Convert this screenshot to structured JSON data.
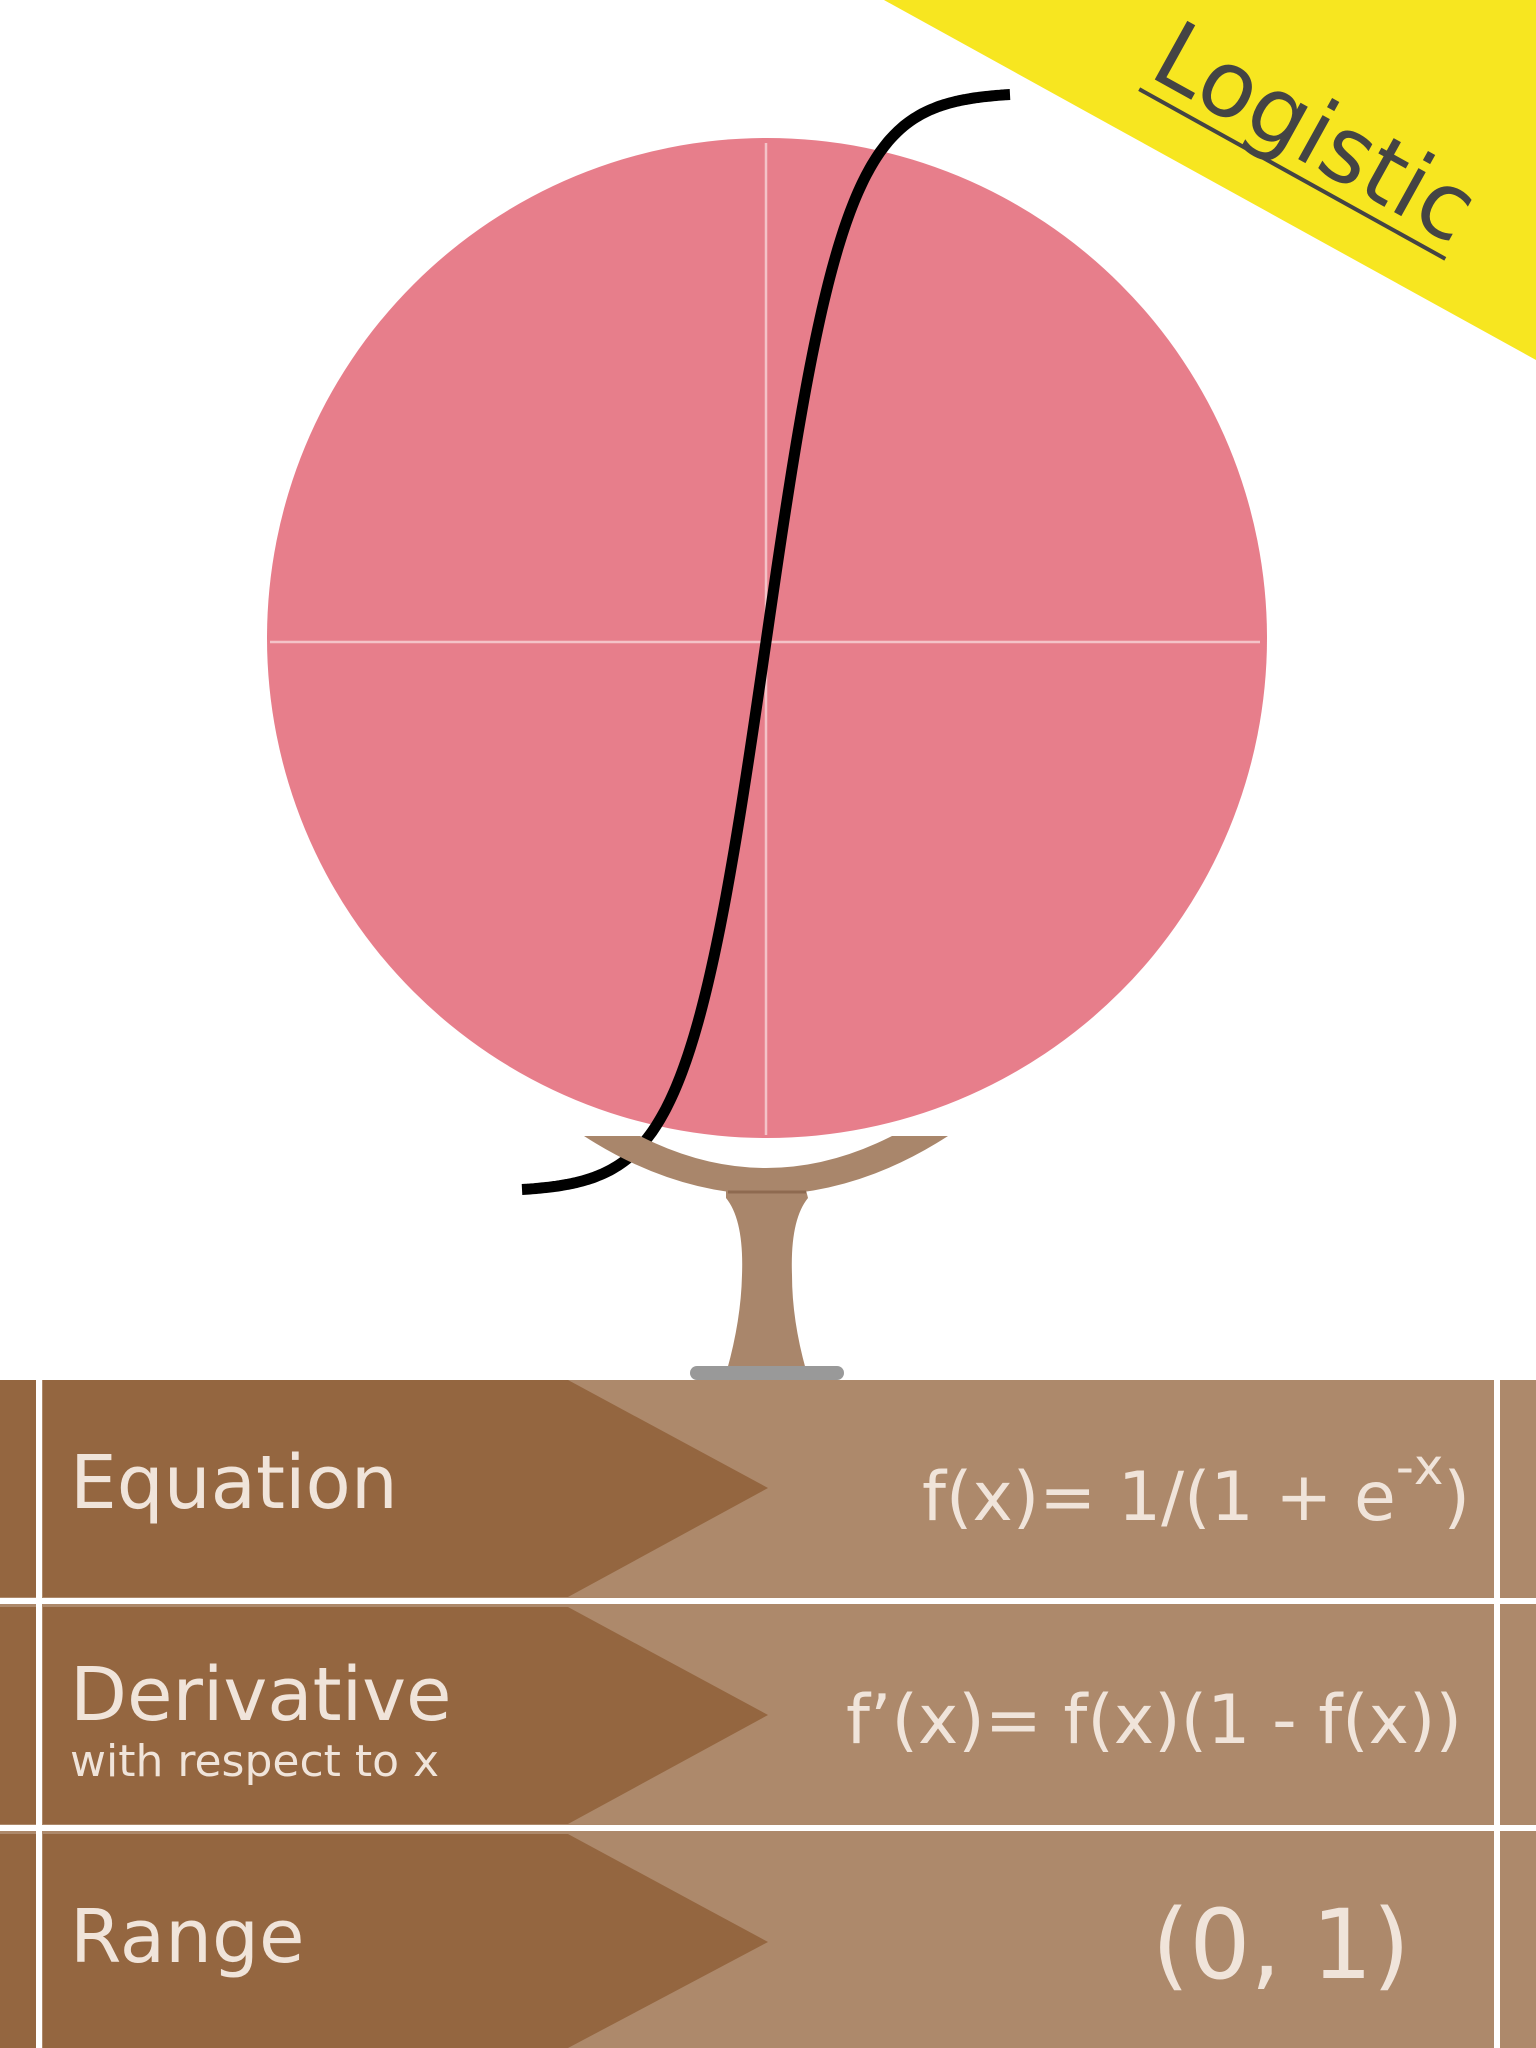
{
  "banner": {
    "title": "Logistic",
    "color": "#f7e620",
    "text_color": "#444444"
  },
  "graph": {
    "disc_color": "#e77e8b",
    "axis_color": "#f4c3c8",
    "curve_color": "#000000",
    "curve": "logistic sigmoid"
  },
  "stand": {
    "color": "#a9866b",
    "base_color": "#999999"
  },
  "rows": [
    {
      "label": "Equation",
      "sublabel": "",
      "value_main": "f(x)= 1/(1 + e",
      "value_sup": "-x",
      "value_tail": ")"
    },
    {
      "label": "Derivative",
      "sublabel": "with respect to x",
      "value_main": "f’(x)= f(x)(1 - f(x))"
    },
    {
      "label": "Range",
      "sublabel": "",
      "value_main": "(0, 1)"
    }
  ],
  "colors": {
    "label_bg": "#946640",
    "value_bg": "#ad896b",
    "text": "#f0e4da",
    "divider": "#ffffff"
  }
}
